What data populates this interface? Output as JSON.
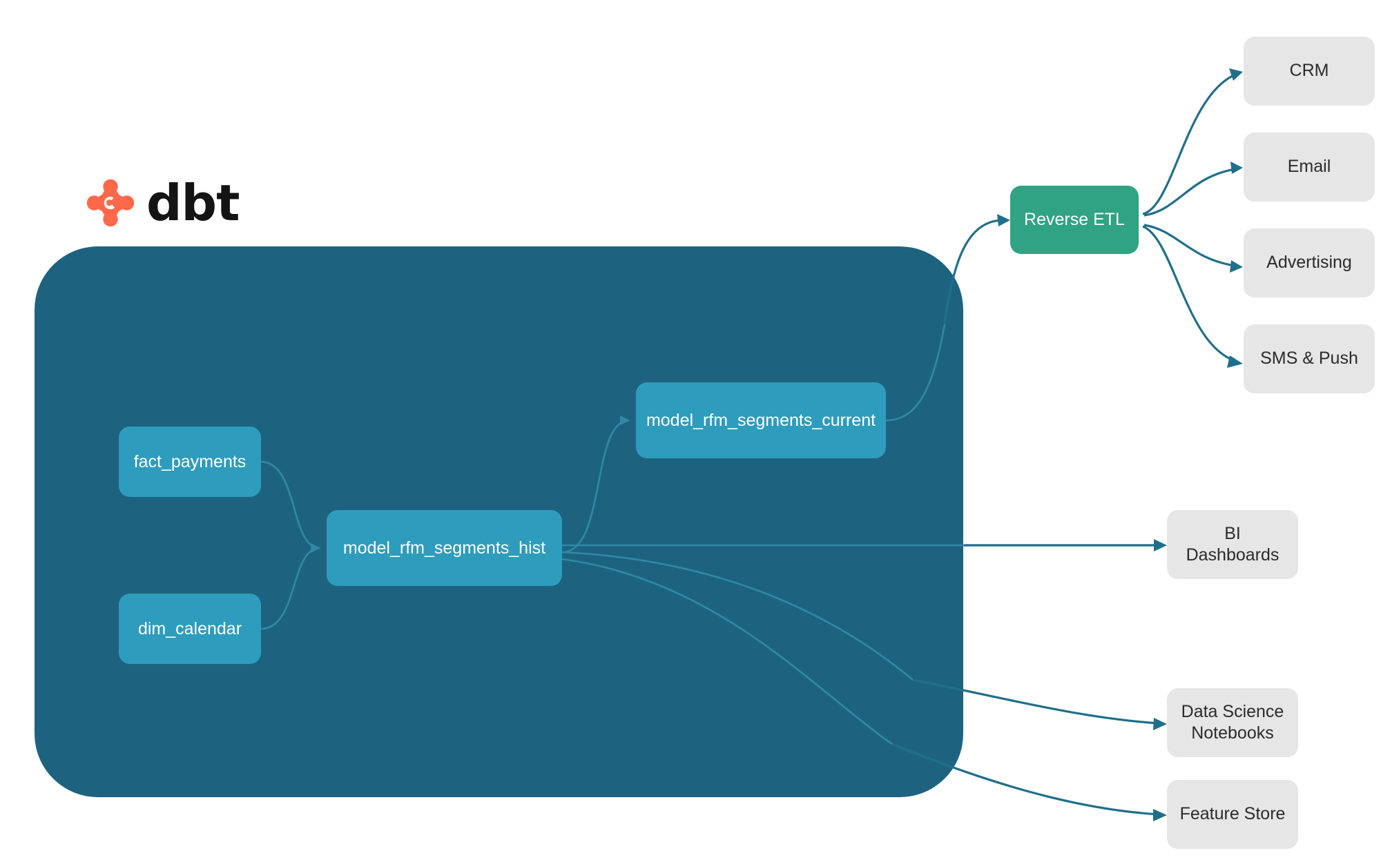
{
  "brand": {
    "name": "dbt",
    "logo_icon": "dbt-logo-icon",
    "logo_color": "#ff694a",
    "wordmark_color": "#141414"
  },
  "colors": {
    "canvas": "#ffffff",
    "dbt_container": "#1d6380",
    "model_node": "#2e9cbd",
    "reverse_etl_node": "#2fa383",
    "destination_node": "#e6e6e6",
    "edge_outer": "#1f6f8b",
    "edge_inner": "#2f89a6",
    "node_text": "#ffffff",
    "destination_text": "#2b2b2b"
  },
  "dbt_project": {
    "container_name": "dbt-project-container",
    "models": [
      {
        "id": "fact_payments",
        "label": "fact_payments"
      },
      {
        "id": "dim_calendar",
        "label": "dim_calendar"
      },
      {
        "id": "model_rfm_segments_hist",
        "label": "model_rfm_segments_hist"
      },
      {
        "id": "model_rfm_segments_current",
        "label": "model_rfm_segments_current"
      }
    ]
  },
  "reverse_etl": {
    "label": "Reverse ETL"
  },
  "activation_destinations": [
    {
      "id": "crm",
      "label": "CRM"
    },
    {
      "id": "email",
      "label": "Email"
    },
    {
      "id": "advertising",
      "label": "Advertising"
    },
    {
      "id": "sms_push",
      "label": "SMS & Push"
    }
  ],
  "analytics_destinations": [
    {
      "id": "bi_dashboards",
      "label": "BI Dashboards"
    },
    {
      "id": "data_science_notebooks",
      "label": "Data Science\nNotebooks",
      "line1": "Data Science",
      "line2": "Notebooks"
    },
    {
      "id": "feature_store",
      "label": "Feature Store"
    }
  ],
  "edges": [
    {
      "from": "fact_payments",
      "to": "model_rfm_segments_hist"
    },
    {
      "from": "dim_calendar",
      "to": "model_rfm_segments_hist"
    },
    {
      "from": "model_rfm_segments_hist",
      "to": "model_rfm_segments_current"
    },
    {
      "from": "model_rfm_segments_current",
      "to": "reverse_etl"
    },
    {
      "from": "model_rfm_segments_hist",
      "to": "bi_dashboards"
    },
    {
      "from": "model_rfm_segments_hist",
      "to": "data_science_notebooks"
    },
    {
      "from": "model_rfm_segments_hist",
      "to": "feature_store"
    },
    {
      "from": "reverse_etl",
      "to": "crm"
    },
    {
      "from": "reverse_etl",
      "to": "email"
    },
    {
      "from": "reverse_etl",
      "to": "advertising"
    },
    {
      "from": "reverse_etl",
      "to": "sms_push"
    }
  ]
}
